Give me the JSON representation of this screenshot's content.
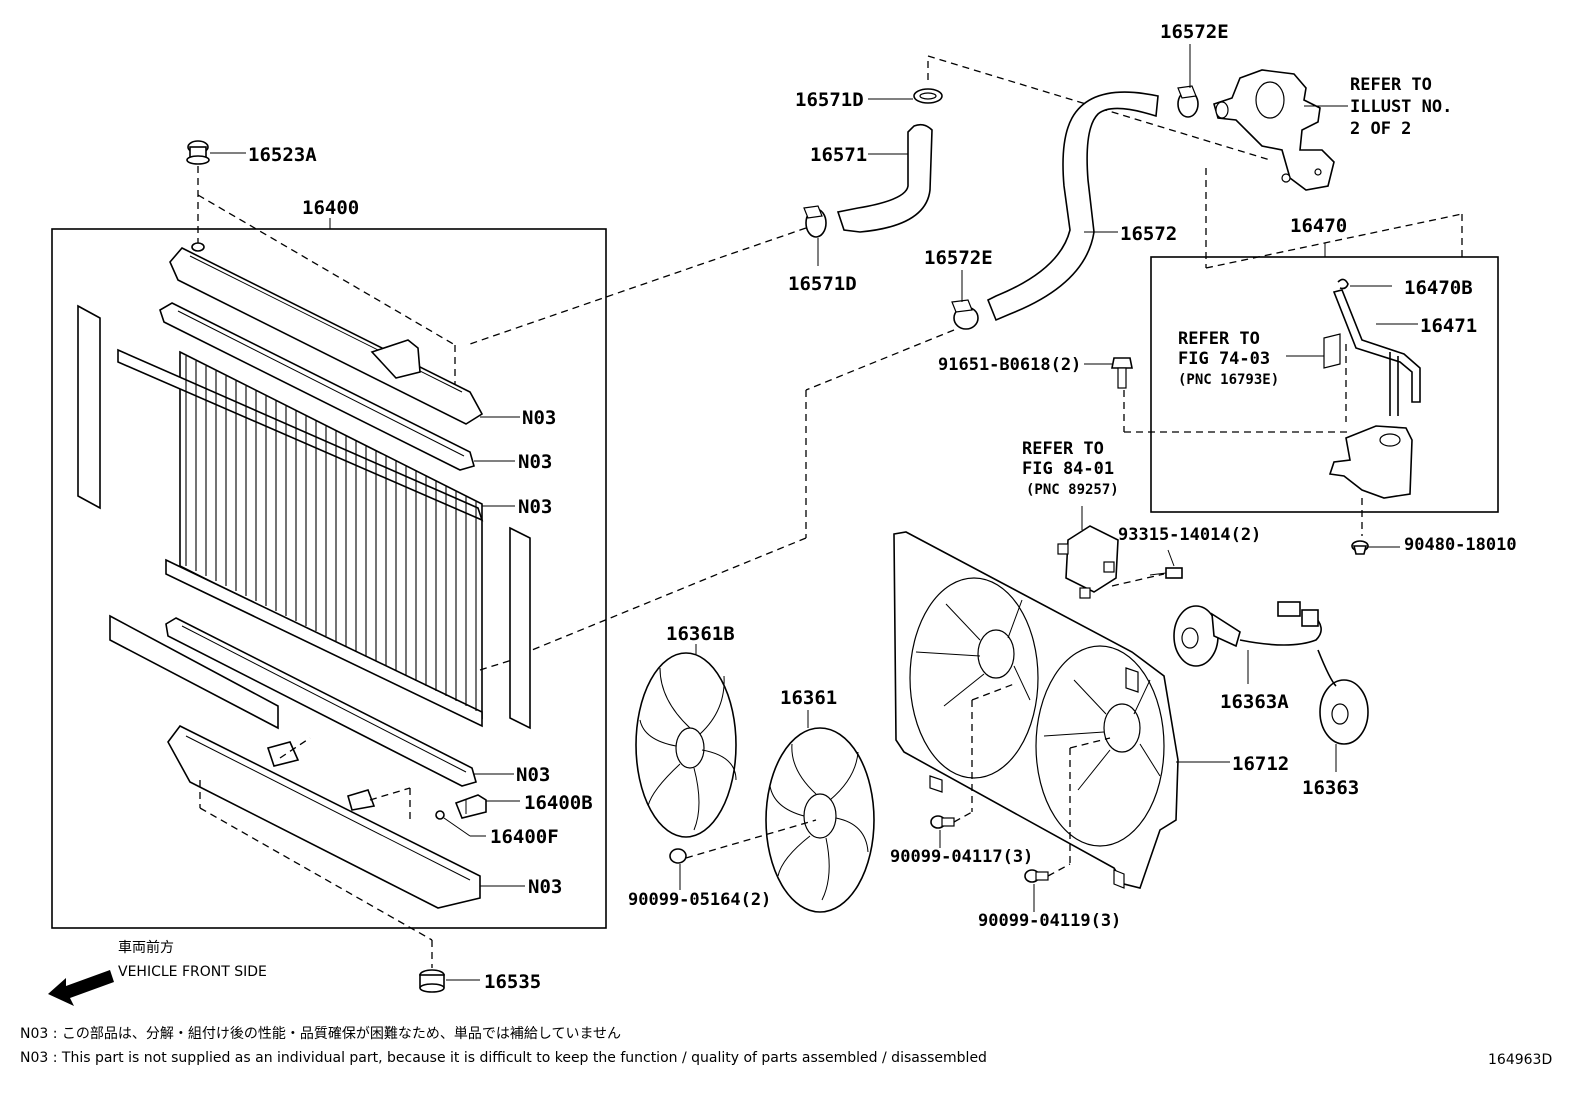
{
  "diagram_id": "164963D",
  "labels": {
    "p16523A": "16523A",
    "p16400": "16400",
    "n03a": "N03",
    "n03b": "N03",
    "n03c": "N03",
    "n03d": "N03",
    "n03e": "N03",
    "p16400B": "16400B",
    "p16400F": "16400F",
    "p16535": "16535",
    "p16571D_top": "16571D",
    "p16571": "16571",
    "p16571D_bot": "16571D",
    "p16572E_top": "16572E",
    "p16572E_mid": "16572E",
    "p16572": "16572",
    "p16470": "16470",
    "p16470B": "16470B",
    "p16471": "16471",
    "p91651": "91651-B0618(2)",
    "p93315": "93315-14014(2)",
    "p90480": "90480-18010",
    "p16361B": "16361B",
    "p16361": "16361",
    "p90099_05164": "90099-05164(2)",
    "p90099_04117": "90099-04117(3)",
    "p90099_04119": "90099-04119(3)",
    "p16712": "16712",
    "p16363A": "16363A",
    "p16363": "16363"
  },
  "refs": {
    "illust_line1": "REFER TO",
    "illust_line2": "ILLUST NO.",
    "illust_line3": "2 OF 2",
    "fig74_line1": "REFER TO",
    "fig74_line2": "FIG 74-03",
    "fig74_pnc": "(PNC 16793E)",
    "fig84_line1": "REFER TO",
    "fig84_line2": "FIG 84-01",
    "fig84_pnc": "(PNC 89257)"
  },
  "direction": {
    "jp": "車両前方",
    "en": "VEHICLE FRONT SIDE"
  },
  "notes": {
    "jp": "N03 : この部品は、分解・組付け後の性能・品質確保が困難なため、単品では補給していません",
    "en": "N03 : This part is not supplied as an individual part, because it is difficult to keep the function / quality of parts assembled / disassembled"
  }
}
